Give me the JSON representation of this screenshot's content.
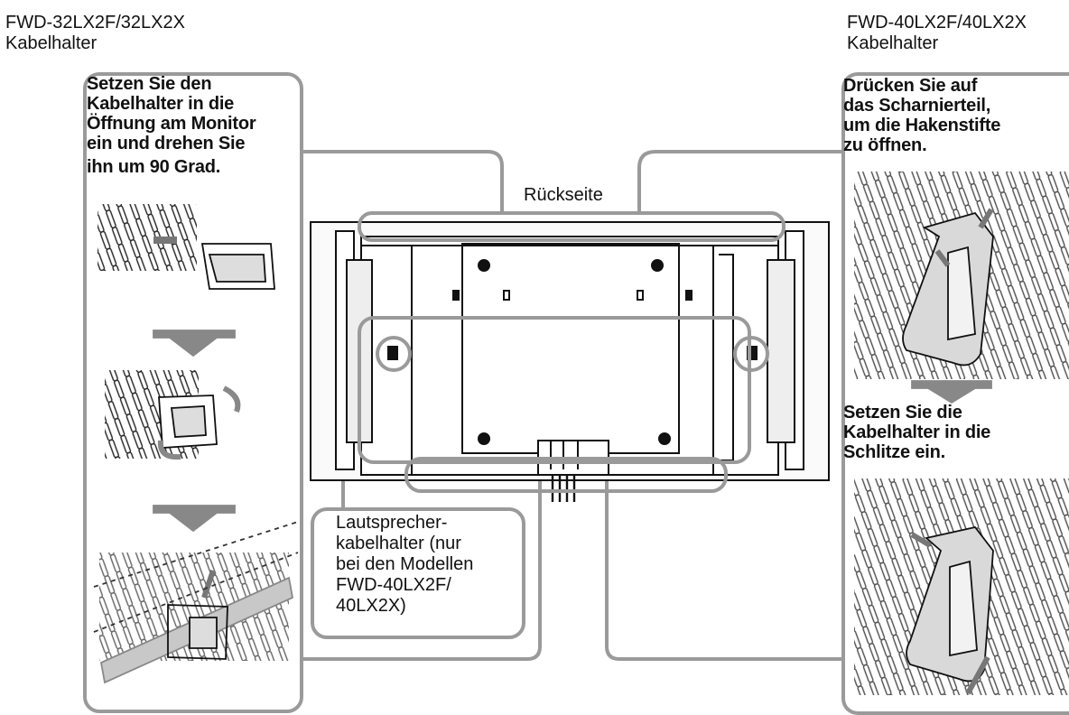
{
  "left_header": {
    "model": "FWD-32LX2F/32LX2X",
    "part": "Kabelhalter"
  },
  "right_header": {
    "model": "FWD-40LX2F/40LX2X",
    "part": "Kabelhalter"
  },
  "left_instruction": [
    "Setzen Sie den",
    "Kabelhalter in die",
    "Öffnung am Monitor",
    "ein und drehen Sie",
    "ihn um 90 Grad."
  ],
  "right_instruction_1": [
    "Drücken Sie auf",
    "das Scharnierteil,",
    "um die Hakenstifte",
    "zu öffnen."
  ],
  "right_instruction_2": [
    "Setzen Sie die",
    "Kabelhalter in die",
    "Schlitze ein."
  ],
  "rear_label": "Rückseite",
  "speaker_label": [
    "Lautsprecher-",
    "kabelhalter (nur",
    "bei den Modellen",
    "FWD-40LX2F/",
    "40LX2X)"
  ]
}
